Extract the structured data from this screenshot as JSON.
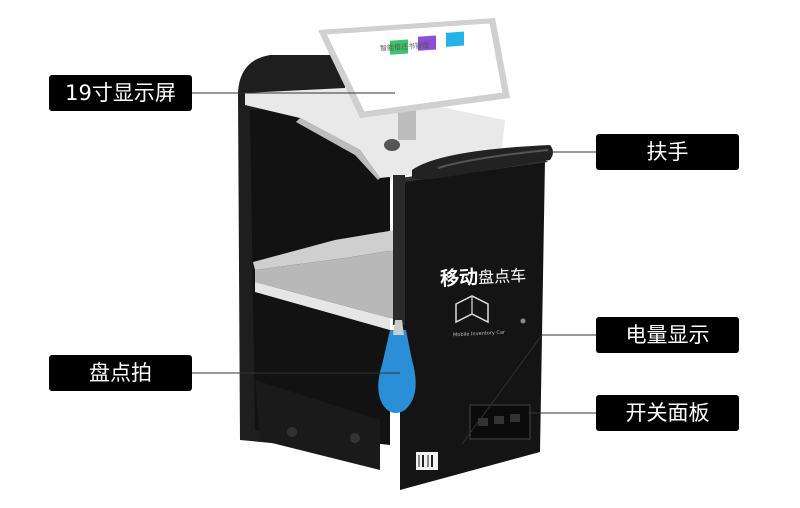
{
  "callouts": {
    "screen": "19寸显示屏",
    "handle": "扶手",
    "scanner": "盘点拍",
    "battery": "电量显示",
    "switch_panel": "开关面板"
  },
  "device": {
    "brand_cn_bold": "移动",
    "brand_cn_light": "盘点车",
    "brand_en": "Mobile Inventory Car",
    "screen_title": "智能借还书管理"
  },
  "colors": {
    "callout_bg": "#000000",
    "cabinet": "#1c1c1c",
    "shelf": "#d9d9d9",
    "scanner_blue": "#2a8fd6",
    "tile_green": "#3cc46a",
    "tile_purple": "#8a4fd6",
    "tile_cyan": "#24b3e6"
  }
}
